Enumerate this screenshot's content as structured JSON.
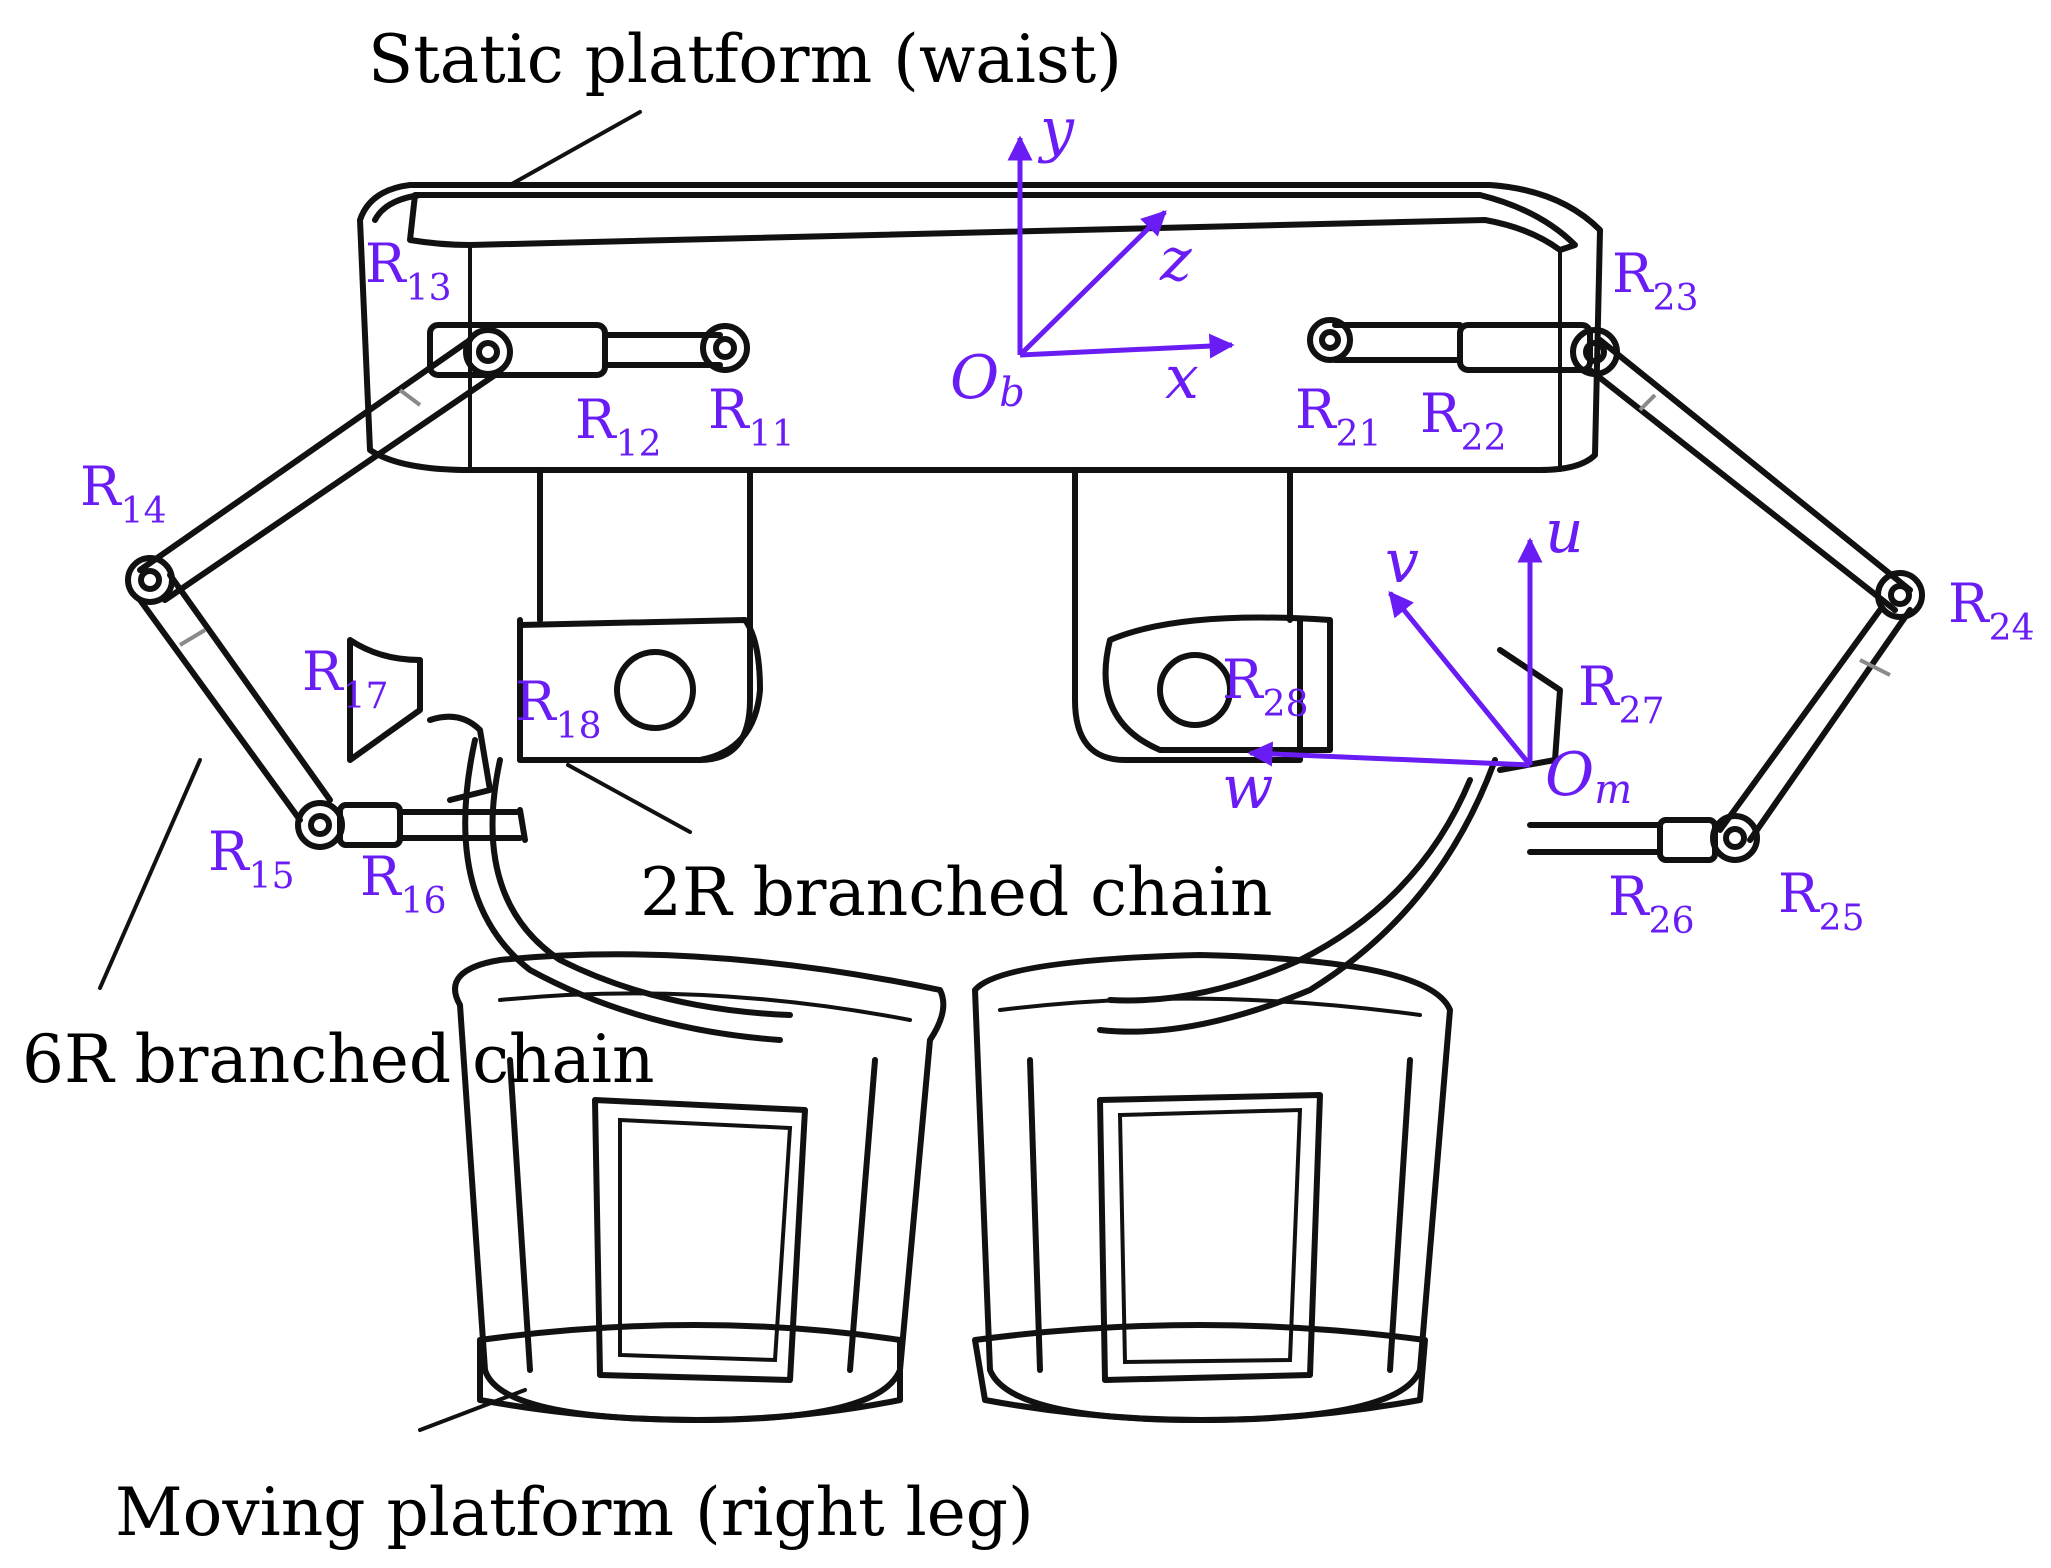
{
  "labels": {
    "static_platform": "Static platform (waist)",
    "moving_platform": "Moving platform (right leg)",
    "chain_2r": "2R branched chain",
    "chain_6r": "6R branched chain"
  },
  "joints": {
    "r11": {
      "base": "R",
      "sub": "11"
    },
    "r12": {
      "base": "R",
      "sub": "12"
    },
    "r13": {
      "base": "R",
      "sub": "13"
    },
    "r14": {
      "base": "R",
      "sub": "14"
    },
    "r15": {
      "base": "R",
      "sub": "15"
    },
    "r16": {
      "base": "R",
      "sub": "16"
    },
    "r17": {
      "base": "R",
      "sub": "17"
    },
    "r18": {
      "base": "R",
      "sub": "18"
    },
    "r21": {
      "base": "R",
      "sub": "21"
    },
    "r22": {
      "base": "R",
      "sub": "22"
    },
    "r23": {
      "base": "R",
      "sub": "23"
    },
    "r24": {
      "base": "R",
      "sub": "24"
    },
    "r25": {
      "base": "R",
      "sub": "25"
    },
    "r26": {
      "base": "R",
      "sub": "26"
    },
    "r27": {
      "base": "R",
      "sub": "27"
    },
    "r28": {
      "base": "R",
      "sub": "28"
    }
  },
  "frames": {
    "base": {
      "origin": "O",
      "origin_sub": "b",
      "x": "x",
      "y": "y",
      "z": "z"
    },
    "moving": {
      "origin": "O",
      "origin_sub": "m",
      "u": "u",
      "v": "v",
      "w": "w"
    }
  },
  "colors": {
    "annotation": "#6a1cf5",
    "line": "#111111"
  }
}
